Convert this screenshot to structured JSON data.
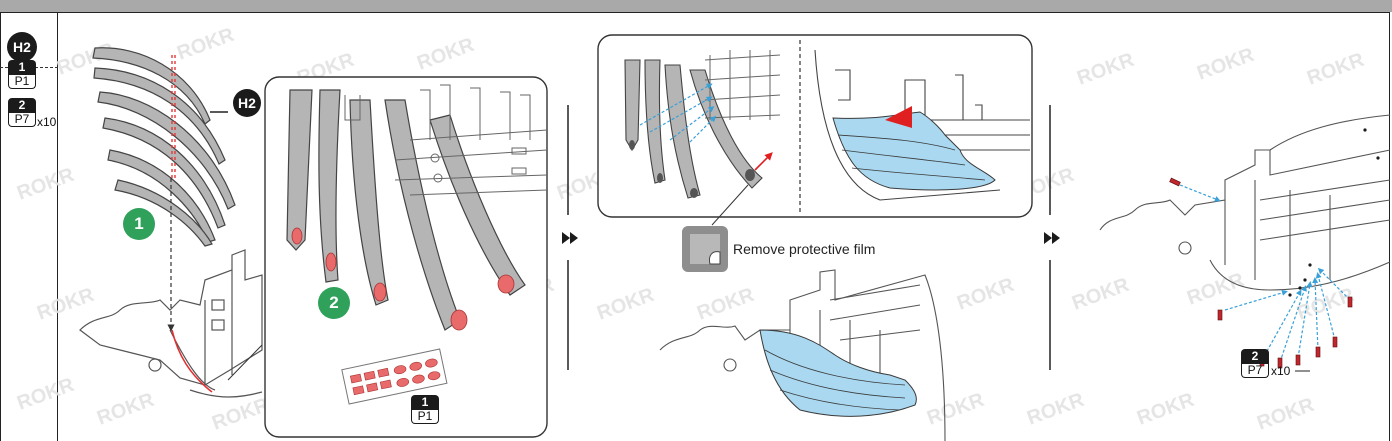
{
  "header": {
    "step_badge": "H2"
  },
  "sidebar": {
    "parts": [
      {
        "number": "1",
        "sheet": "P1",
        "quantity": ""
      },
      {
        "number": "2",
        "sheet": "P7",
        "quantity": "x10"
      }
    ]
  },
  "panel1": {
    "callout_part": "H2",
    "step_marker": "1"
  },
  "panel2": {
    "step_marker": "2",
    "part_number": "1",
    "part_sheet": "P1"
  },
  "panel3": {
    "film_note": "Remove protective film"
  },
  "panel4": {
    "part_number": "2",
    "part_sheet": "P7",
    "quantity": "x10"
  },
  "watermark": "ROKR",
  "colors": {
    "accent_green": "#2fa15a",
    "highlight_blue": "#a9d8f0",
    "glue_red": "#e86a6a",
    "arrow_red": "#e02020",
    "dark": "#1b1b1b"
  }
}
